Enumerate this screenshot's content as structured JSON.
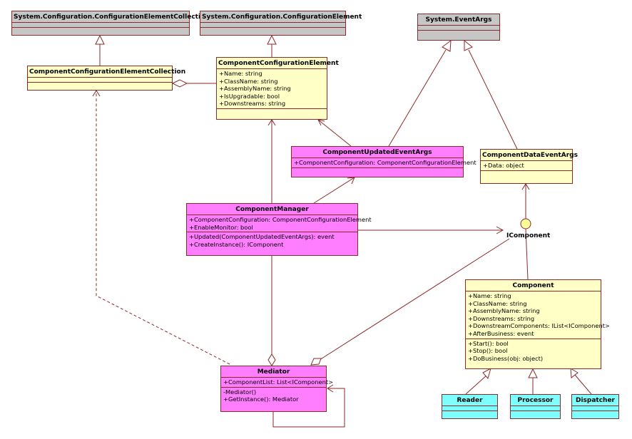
{
  "classes": {
    "config_element_collection_base": {
      "name": "System.Configuration.ConfigurationElementCollection",
      "attributes": [],
      "operations": []
    },
    "config_element_base": {
      "name": "System.Configuration.ConfigurationElement",
      "attributes": [],
      "operations": []
    },
    "event_args": {
      "name": "System.EventArgs",
      "attributes": [],
      "operations": []
    },
    "component_config_element_collection": {
      "name": "ComponentConfigurationElementCollection",
      "attributes": [],
      "operations": []
    },
    "component_config_element": {
      "name": "ComponentConfigurationElement",
      "attributes": [
        "+Name: string",
        "+ClassName: string",
        "+AssemblyName: string",
        "+IsUpgradable: bool",
        "+Downstreams: string"
      ],
      "operations": []
    },
    "component_updated_event_args": {
      "name": "ComponentUpdatedEventArgs",
      "attributes": [
        "+ComponentConfiguration: ComponentConfigurationElement"
      ],
      "operations": []
    },
    "component_data_event_args": {
      "name": "ComponentDataEventArgs",
      "attributes": [
        "+Data: object"
      ],
      "operations": []
    },
    "component_manager": {
      "name": "ComponentManager",
      "attributes": [
        "+ComponentConfiguration: ComponentConfigurationElement",
        "+EnableMonitor: bool"
      ],
      "operations": [
        "+Updated(ComponentUpdatedEventArgs): event",
        "+CreateInstance(): IComponent"
      ]
    },
    "component": {
      "name": "Component",
      "attributes": [
        "+Name: string",
        "+ClassName: string",
        "+AssemblyName: string",
        "+Downstreams: string",
        "+DownstreamComponents: IList<IComponent>",
        "+AfterBusiness: event"
      ],
      "operations": [
        "+Start(): bool",
        "+Stop(): bool",
        "+DoBusiness(obj: object)"
      ]
    },
    "mediator": {
      "name": "Mediator",
      "attributes": [
        "+ComponentList: List<IComponent>"
      ],
      "operations": [
        "-Mediator()",
        "+GetInstance(): Mediator"
      ]
    },
    "reader": {
      "name": "Reader",
      "attributes": [],
      "operations": []
    },
    "processor": {
      "name": "Processor",
      "attributes": [],
      "operations": []
    },
    "dispatcher": {
      "name": "Dispatcher",
      "attributes": [],
      "operations": []
    }
  },
  "interface": {
    "name": "IComponent"
  },
  "colors": {
    "line": "#8a2a2a",
    "framework_class": "#c6c6c6",
    "config_class": "#ffffc6",
    "core_class": "#ff7dff",
    "concrete_class": "#7dffff",
    "interface_lollipop": "#ffff99"
  }
}
